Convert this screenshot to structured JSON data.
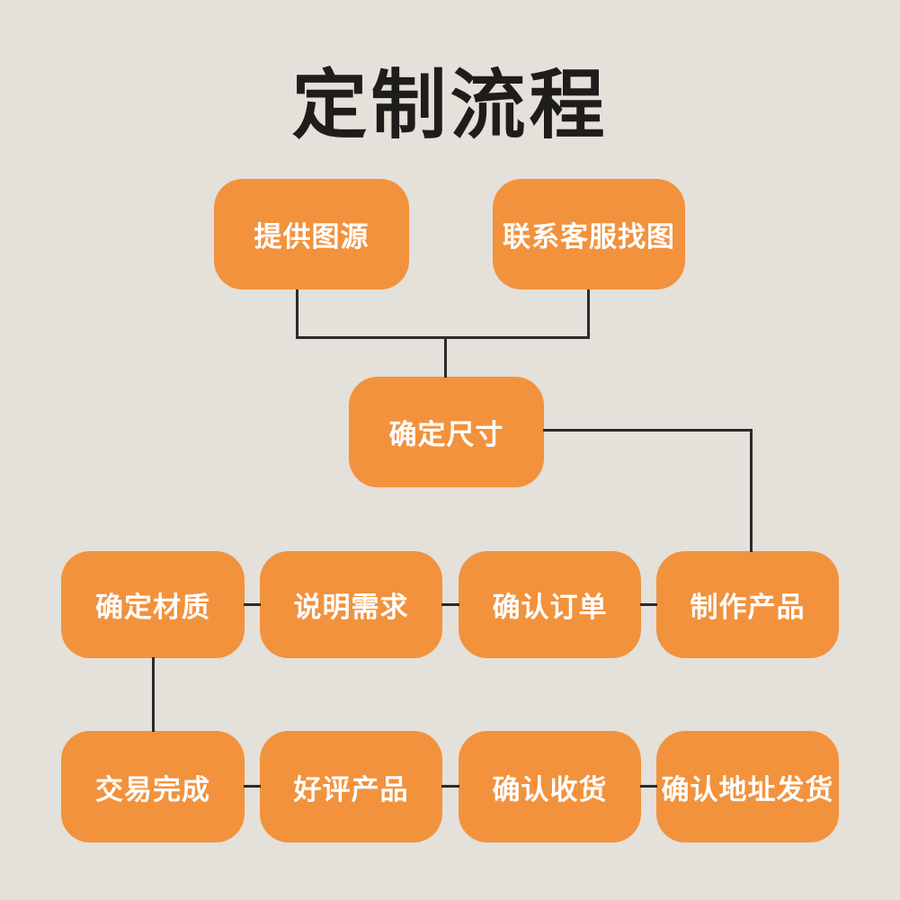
{
  "page": {
    "title": "定制流程",
    "background_color": "#E4E0DA",
    "accent_color": "#F2923D",
    "line_color": "#2A2A2A",
    "title_color": "#1E1D1B",
    "node_text_color": "#FFFFFF"
  },
  "flowchart": {
    "nodes": [
      {
        "id": "provide-image-source",
        "label": "提供图源"
      },
      {
        "id": "contact-service-find-image",
        "label": "联系客服找图"
      },
      {
        "id": "confirm-size",
        "label": "确定尺寸"
      },
      {
        "id": "confirm-material",
        "label": "确定材质"
      },
      {
        "id": "explain-requirements",
        "label": "说明需求"
      },
      {
        "id": "confirm-order",
        "label": "确认订单"
      },
      {
        "id": "make-product",
        "label": "制作产品"
      },
      {
        "id": "transaction-complete",
        "label": "交易完成"
      },
      {
        "id": "praise-product",
        "label": "好评产品"
      },
      {
        "id": "confirm-receipt",
        "label": "确认收货"
      },
      {
        "id": "confirm-address-ship",
        "label": "确认地址发货"
      }
    ]
  }
}
